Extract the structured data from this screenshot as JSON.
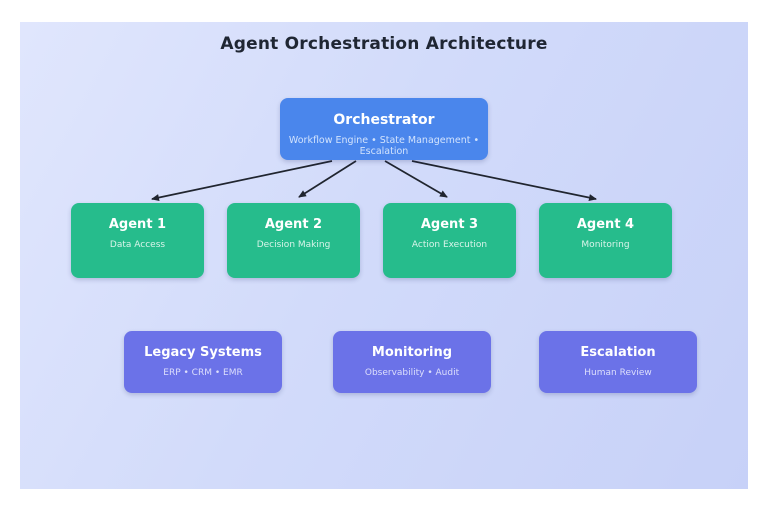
{
  "title": "Agent Orchestration Architecture",
  "nodes": {
    "orchestrator": {
      "label": "Orchestrator",
      "sublabel": "Workflow Engine • State Management • Escalation"
    },
    "agent1": {
      "label": "Agent 1",
      "sublabel": "Data Access"
    },
    "agent2": {
      "label": "Agent 2",
      "sublabel": "Decision Making"
    },
    "agent3": {
      "label": "Agent 3",
      "sublabel": "Action Execution"
    },
    "agent4": {
      "label": "Agent 4",
      "sublabel": "Monitoring"
    },
    "legacy": {
      "label": "Legacy Systems",
      "sublabel": "ERP • CRM • EMR"
    },
    "monitoring": {
      "label": "Monitoring",
      "sublabel": "Observability • Audit"
    },
    "escalation": {
      "label": "Escalation",
      "sublabel": "Human Review"
    }
  },
  "connections": [
    {
      "from": "Orchestrator",
      "to": "Agent 1"
    },
    {
      "from": "Orchestrator",
      "to": "Agent 2"
    },
    {
      "from": "Orchestrator",
      "to": "Agent 3"
    },
    {
      "from": "Orchestrator",
      "to": "Agent 4"
    }
  ],
  "colors": {
    "canvas_background_start": "#e0e6fd",
    "canvas_background_end": "#c7d1f8",
    "orchestrator_fill": "#4a86ec",
    "agent_fill": "#26bc8c",
    "integration_fill": "#6b72e8",
    "arrow": "#20252f",
    "title_text": "#1f2633",
    "node_title_text": "#ffffff"
  }
}
